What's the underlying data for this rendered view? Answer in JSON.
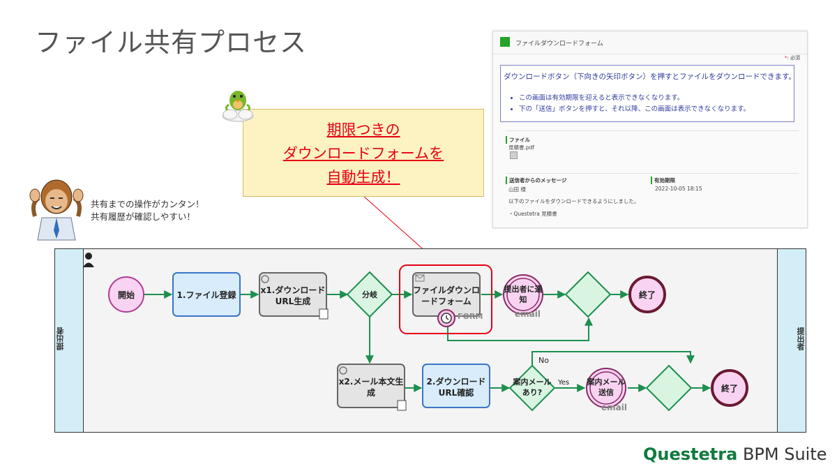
{
  "page": {
    "title": "ファイル共有プロセス",
    "brand_strong": "Questetra",
    "brand_rest": " BPM Suite"
  },
  "form_panel": {
    "title": "ファイルダウンロードフォーム",
    "required_mark": "*",
    "required_note": ": 必須",
    "notice_main": "ダウンロードボタン（下向きの矢印ボタン）を押すとファイルをダウンロードできます。",
    "notice_items": [
      "この画面は有効期限を迎えると表示できなくなります。",
      "下の「送信」ボタンを押すと、それ以降、この画面は表示できなくなります。"
    ],
    "file_label": "ファイル",
    "file_name": "見積書.pdf",
    "message_label": "送信者からのメッセージ",
    "sender": "山田 様",
    "message_line1": "以下のファイルをダウンロードできるようにしました。",
    "message_line2": "・Questetra 見積書",
    "expiry_label": "有効期限",
    "expiry_value": "2022-10-05 18:15"
  },
  "callout": {
    "lines": [
      "期限つきの",
      "ダウンロードフォームを",
      "自動生成！"
    ]
  },
  "comment": {
    "line1": "共有までの操作がカンタン！",
    "line2": "共有履歴が確認しやすい！"
  },
  "colors": {
    "flow_green": "#1d8f4e",
    "task_blue_fill": "#d8ecfb",
    "task_blue_stroke": "#3a76c6",
    "start_fill": "#f9d4f2",
    "end_stroke": "#6b1a32",
    "highlight_red": "#e60012"
  },
  "diagram": {
    "lane_label": "提出者",
    "nodes": {
      "start": "開始",
      "file_register": "1.ファイル登録",
      "url_gen_1": "x1.ダウンロード",
      "url_gen_2": "URL生成",
      "branch": "分岐",
      "form_1": "ファイルダウンロ",
      "form_2": "ードフォーム",
      "form_tag": "FORM",
      "notify_1": "提出者に通",
      "notify_2": "知",
      "email_tag": "email",
      "end": "終了",
      "mail_body_1": "x2.メール本文生",
      "mail_body_2": "成",
      "url_check_1": "2.ダウンロード",
      "url_check_2": "URL確認",
      "has_mail_1": "案内メール",
      "has_mail_2": "あり?",
      "no_label": "No",
      "yes_label": "Yes",
      "send_mail_1": "案内メール",
      "send_mail_2": "送信",
      "email_tag_2": "email",
      "end_2": "終了"
    }
  }
}
